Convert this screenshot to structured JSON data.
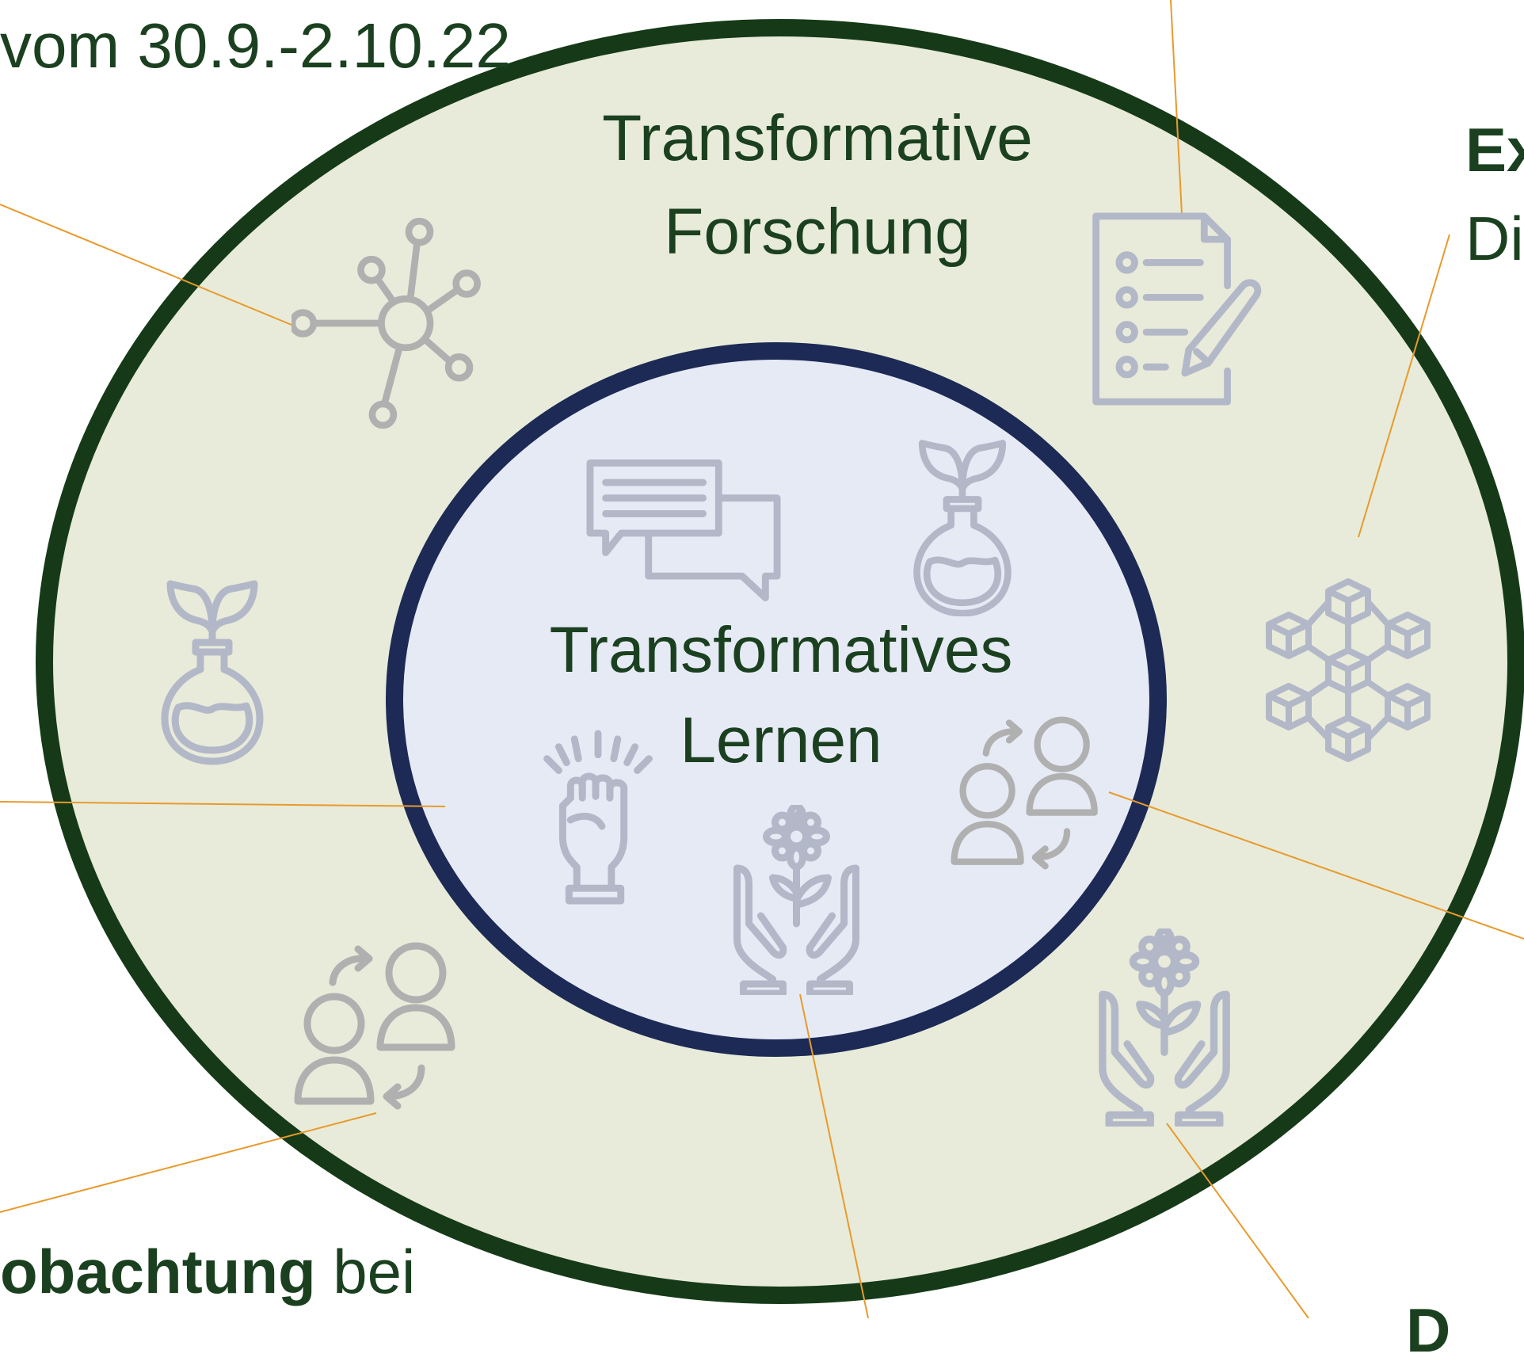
{
  "top_left_text": "vom 30.9.-2.10.22",
  "outer_circle": {
    "title_line1": "Transformative",
    "title_line2": "Forschung"
  },
  "inner_circle": {
    "title_line1": "Transformatives",
    "title_line2": "Lernen"
  },
  "right_edge": {
    "line1": "Ex",
    "line2": "Di"
  },
  "bottom_left": {
    "bold": "obachtung",
    "rest": " bei"
  },
  "bottom_right_fragment": "D",
  "colors": {
    "outer_fill": "#e8ebd9",
    "outer_ring": "#163a18",
    "inner_fill": "#e6eaf5",
    "inner_ring": "#1c2a55",
    "icon_blue_gray": "#b3b8c8",
    "icon_gray": "#b0b0b0",
    "leader_line": "#e89a2c",
    "text": "#1b4020"
  },
  "icons": [
    "network-hub-icon",
    "checklist-pencil-icon",
    "plant-flask-icon",
    "blockchain-cubes-icon",
    "people-exchange-icon",
    "hands-flower-icon",
    "chat-bubbles-icon",
    "raised-fist-icon"
  ]
}
